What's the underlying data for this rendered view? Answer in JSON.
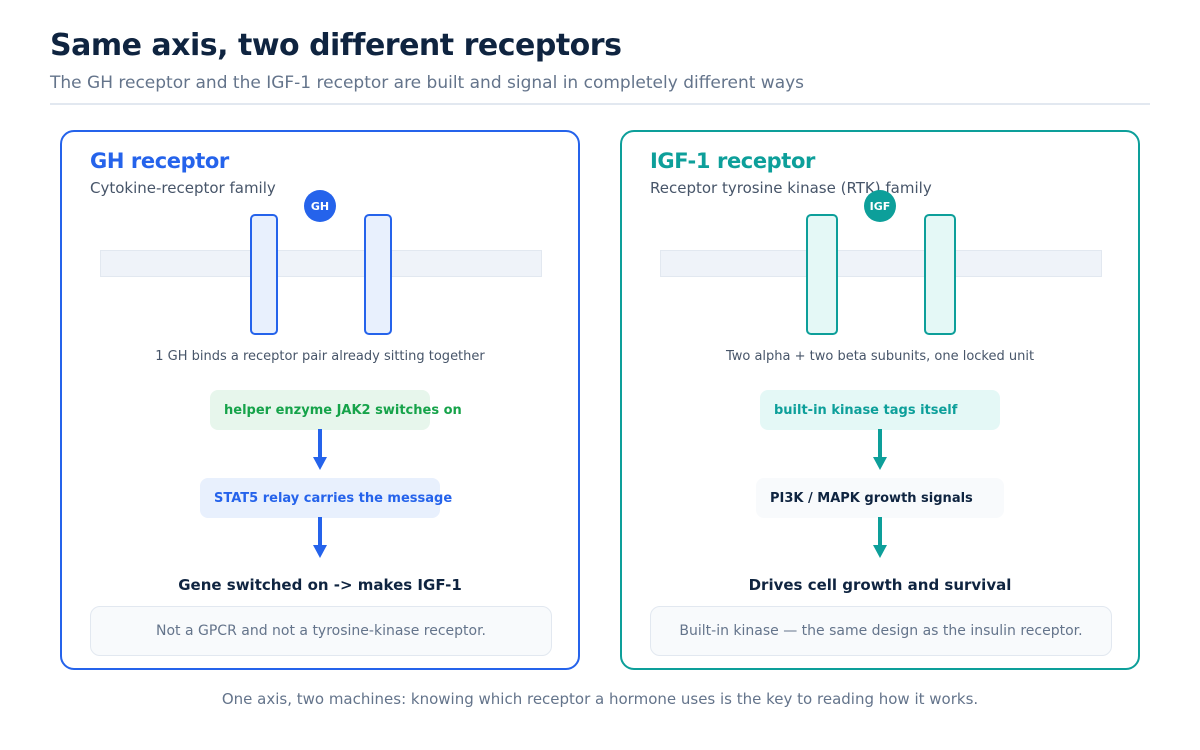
{
  "header": {
    "title": "Same axis, two different receptors",
    "subtitle": "The GH receptor and the IGF-1 receptor are built and signal in completely different ways"
  },
  "colors": {
    "gh_accent": "#2563eb",
    "igf_accent": "#0d9f9a",
    "green_text": "#16a34a"
  },
  "gh_panel": {
    "title": "GH receptor",
    "subtitle": "Cytokine-receptor family",
    "ligand": "GH",
    "caption": "1 GH binds a receptor pair already sitting together",
    "step1": "helper enzyme JAK2 switches on",
    "step2": "STAT5 relay carries the message",
    "outcome": "Gene switched on -> makes IGF-1",
    "note": "Not a GPCR and not a tyrosine-kinase receptor."
  },
  "igf_panel": {
    "title": "IGF-1 receptor",
    "subtitle": "Receptor tyrosine kinase (RTK) family",
    "ligand": "IGF",
    "caption": "Two alpha + two beta subunits, one locked unit",
    "step1": "built-in kinase tags itself",
    "step2": "PI3K / MAPK growth signals",
    "outcome": "Drives cell growth and survival",
    "note": "Built-in kinase — the same design as the insulin receptor."
  },
  "footer": "One axis, two machines: knowing which receptor a hormone uses is the key to reading how it works."
}
